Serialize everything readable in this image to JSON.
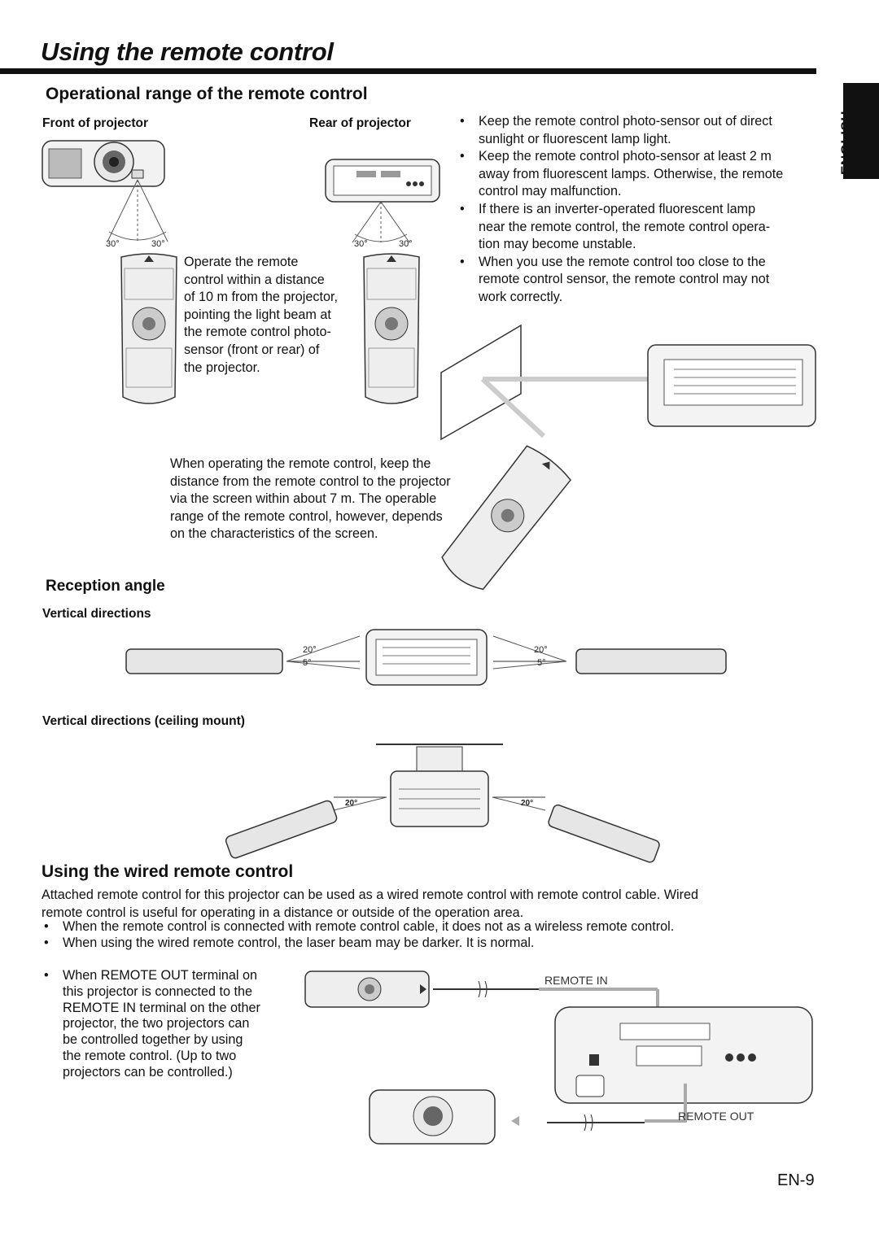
{
  "page": {
    "title": "Using the remote control",
    "language_tab": "ENGLISH",
    "page_number": "EN-9"
  },
  "operational_range": {
    "heading": "Operational range of the remote control",
    "front_label": "Front of projector",
    "rear_label": "Rear of projector",
    "angle_label": "30°",
    "operate_text": [
      "Operate the remote",
      "control within a distance",
      "of 10 m from the projector,",
      "pointing the light beam at",
      "the remote control photo-",
      "sensor (front or rear) of",
      "the projector."
    ],
    "bullets": [
      [
        "Keep the remote control photo-sensor out of direct",
        "sunlight or fluorescent lamp light."
      ],
      [
        "Keep the remote control photo-sensor at least 2 m",
        "away from fluorescent lamps. Otherwise, the remote",
        "control may malfunction."
      ],
      [
        "If there is an inverter-operated fluorescent lamp",
        "near the remote control, the remote control opera-",
        "tion may become unstable."
      ],
      [
        "When you use the remote control too close to the",
        "remote control sensor, the remote control may not",
        "work correctly."
      ]
    ],
    "screen_text": [
      "When operating the remote control, keep the",
      "distance from the remote control to the projector",
      "via the screen within about 7 m. The operable",
      "range of the remote control, however, depends",
      "on the characteristics of the screen."
    ]
  },
  "reception_angle": {
    "heading": "Reception angle",
    "vertical_label": "Vertical directions",
    "ceiling_label": "Vertical directions (ceiling mount)",
    "angle_up": "20°",
    "angle_down": "5°"
  },
  "wired": {
    "heading": "Using the wired remote control",
    "intro": [
      "Attached remote control for this projector can be used as a wired remote control with remote control cable. Wired",
      "remote control is useful for operating in a distance or outside of the operation area."
    ],
    "bullets": [
      "When the remote control is connected with remote control cable, it does not as a wireless remote control.",
      "When using the wired remote control, the laser beam may be darker. It is normal."
    ],
    "remote_out_bullet": [
      "When REMOTE OUT terminal on",
      "this projector is connected to the",
      "REMOTE IN terminal on the other",
      "projector, the two projectors can",
      "be controlled together by using",
      "the remote control. (Up to two",
      "projectors can be controlled.)"
    ],
    "remote_in_label": "REMOTE IN",
    "remote_out_label": "REMOTE OUT"
  }
}
